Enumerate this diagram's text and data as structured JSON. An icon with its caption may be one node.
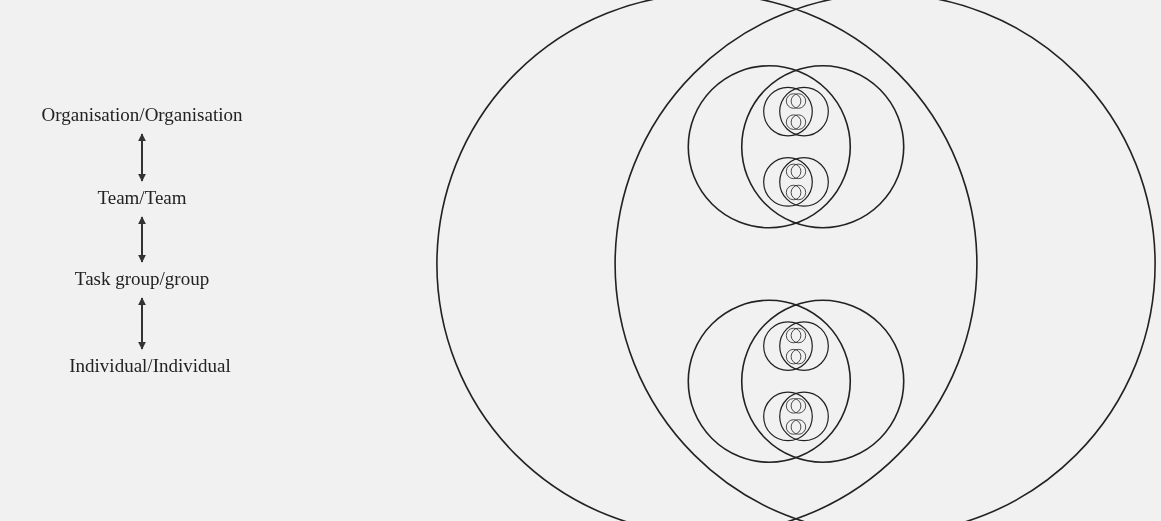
{
  "diagram": {
    "nodes": [
      {
        "text": [
          "Organisation/Organisation"
        ]
      },
      {
        "text": [
          "Team/Team"
        ]
      },
      {
        "text": [
          "Task group/group"
        ]
      },
      {
        "text": [
          "Individual/Individual"
        ]
      }
    ],
    "edges": [
      {
        "from": 0,
        "to": 1,
        "arrow": "both"
      },
      {
        "from": 1,
        "to": 2,
        "arrow": "both"
      },
      {
        "from": 2,
        "to": 3,
        "arrow": "both"
      }
    ]
  }
}
